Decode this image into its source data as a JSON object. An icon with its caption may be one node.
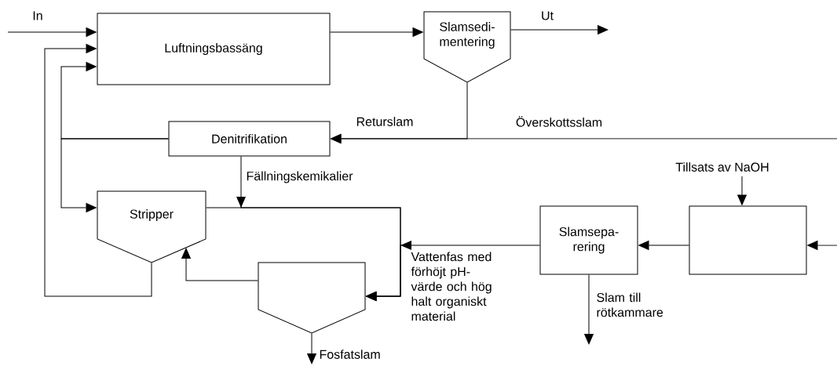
{
  "diagram": {
    "nodes": [
      {
        "text": [
          "Luftningsbassäng"
        ]
      },
      {
        "text": [
          "Slamsedi- mentering"
        ]
      },
      {
        "text": [
          "Denitrifikation"
        ]
      },
      {
        "text": [
          "Stripper"
        ]
      },
      {
        "text": [],
        "shape": "hopper"
      },
      {
        "text": [
          "Slamsepa- rering"
        ]
      },
      {
        "text": [],
        "shape": "box"
      }
    ],
    "edges": [
      {
        "from": null,
        "to": 0,
        "arrow": "to",
        "label": "In"
      },
      {
        "from": 0,
        "to": 1,
        "arrow": "to"
      },
      {
        "from": 1,
        "to": null,
        "arrow": "to",
        "label": "Ut"
      },
      {
        "from": 1,
        "to": 2,
        "arrow": "to",
        "label": "Returslam"
      },
      {
        "from": null,
        "to": 2,
        "arrow": "to",
        "label": "Överskottsslam"
      },
      {
        "from": 2,
        "to": 0,
        "arrow": "to"
      },
      {
        "from": 2,
        "to": 3,
        "arrow": "to"
      },
      {
        "from": 3,
        "to": 0,
        "arrow": "to"
      },
      {
        "from": 4,
        "to": 3,
        "arrow": "to"
      },
      {
        "from": 3,
        "to": 4,
        "arrow": "to"
      },
      {
        "from": 2,
        "to": 4,
        "arrow": "to",
        "label": "Fällningskemikalier"
      },
      {
        "from": 5,
        "to": 4,
        "arrow": "to",
        "label": "Vattenfas med förhöjt pH-värde och hög halt organiskt material"
      },
      {
        "from": 4,
        "to": null,
        "arrow": "to",
        "label": "Fosfatslam"
      },
      {
        "from": 5,
        "to": null,
        "arrow": "to",
        "label": "Slam till rötkammare"
      },
      {
        "from": 6,
        "to": 5,
        "arrow": "to"
      },
      {
        "from": null,
        "to": 6,
        "arrow": "to"
      },
      {
        "from": null,
        "to": 6,
        "arrow": "to",
        "label": "Tillsats av NaOH"
      }
    ]
  }
}
